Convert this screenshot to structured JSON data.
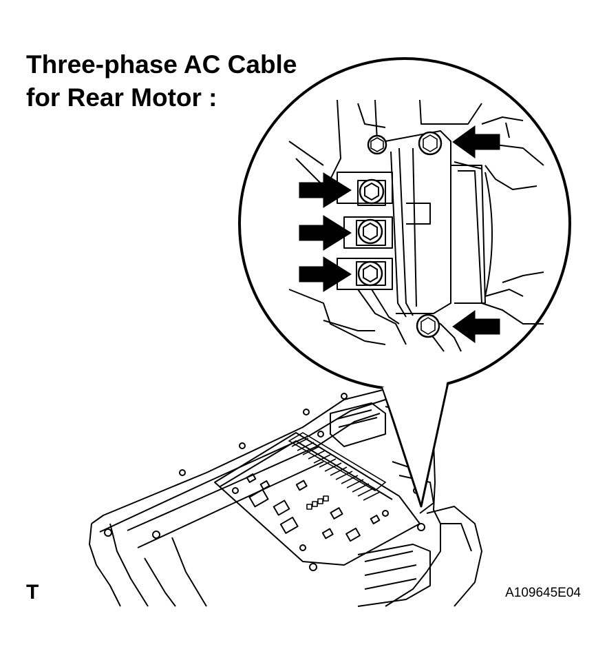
{
  "title": {
    "line1": "Three-phase AC Cable",
    "line2": "for Rear Motor :"
  },
  "corner_code": "T",
  "figure_code": "A109645E04",
  "colors": {
    "ink": "#000000",
    "paper": "#ffffff"
  },
  "icons": [
    "pointer-arrow-icon",
    "bolt-icon",
    "heat-sink-fins"
  ]
}
